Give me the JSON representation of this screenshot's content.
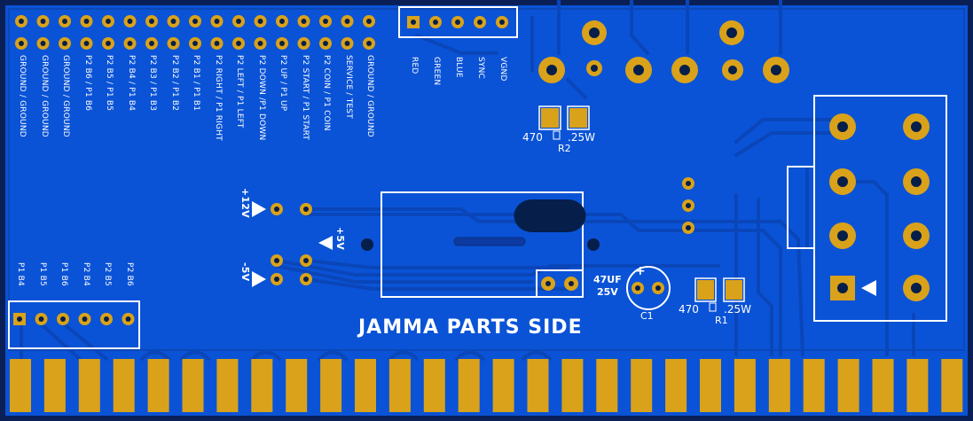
{
  "board": {
    "bg_color": "#0a53d6",
    "pad_color": "#d9a21a",
    "silk_color": "#ffffff",
    "title": "JAMMA PARTS SIDE"
  },
  "top_header_labels": [
    "GROUND / GROUND",
    "GROUND / GROUND",
    "GROUND / GROUND",
    "P2 B6 / P1 B6",
    "P2 B5 / P1 B5",
    "P2 B4 / P1 B4",
    "P2 B3 / P1 B3",
    "P2 B2 / P1 B2",
    "P2 B1 / P1 B1",
    "P2 RIGHT / P1 RIGHT",
    "P2 LEFT / P1 LEFT",
    "P2 DOWN /P1 DOWN",
    "P2 UP / P1 UP",
    "P2 START / P1 START",
    "P2 COIN / P1 COIN",
    "SERVICE / TEST",
    "GROUND / GROUND"
  ],
  "video_labels": [
    "RED",
    "GREEN",
    "BLUE",
    "SYNC",
    "VGND"
  ],
  "kick_labels": [
    "P1 B4",
    "P1 B5",
    "P1 B6",
    "P2 B4",
    "P2 B5",
    "P2 B6"
  ],
  "power_labels": {
    "p12": "+12V",
    "p5": "+5V",
    "m5": "-5V"
  },
  "components": {
    "r2_value": "470",
    "r2_power": ".25W",
    "r2_ref": "R2",
    "r1_value": "470",
    "r1_power": ".25W",
    "r1_ref": "R1",
    "c1_value": "47UF",
    "c1_voltage": "25V",
    "c1_ref": "C1",
    "c1_polarity": "+"
  }
}
